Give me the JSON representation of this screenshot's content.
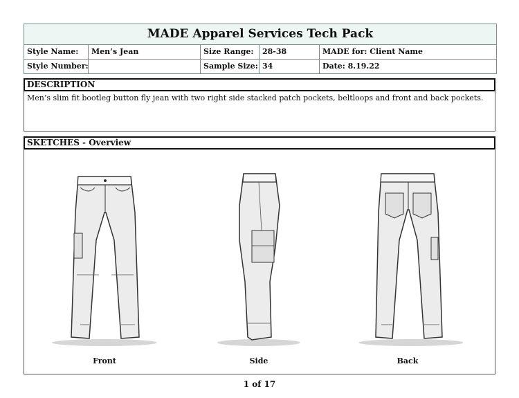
{
  "title": "MADE Apparel Services Tech Pack",
  "info": {
    "style_name_label": "Style Name:",
    "style_name_value": "Men’s Jean",
    "size_range_label": "Size Range:",
    "size_range_value": "28-38",
    "made_for": "MADE for: Client Name",
    "style_number_label": "Style Number:",
    "style_number_value": "",
    "sample_size_label": "Sample Size:",
    "sample_size_value": "34",
    "date": "Date: 8.19.22"
  },
  "description": {
    "heading": "DESCRIPTION",
    "text": "Men’s slim fit bootleg button fly jean with two right side stacked patch pockets, beltloops and front and back pockets."
  },
  "sketches": {
    "heading": "SKETCHES - Overview",
    "views": [
      {
        "label": "Front",
        "icon": "jeans-front-sketch"
      },
      {
        "label": "Side",
        "icon": "jeans-side-sketch"
      },
      {
        "label": "Back",
        "icon": "jeans-back-sketch"
      }
    ]
  },
  "footer": {
    "page": "1 of 17"
  },
  "colors": {
    "title_bg": "#eef6f4",
    "border": "#7d8a8a",
    "jean_fill": "#ececec",
    "stroke": "#333333"
  }
}
